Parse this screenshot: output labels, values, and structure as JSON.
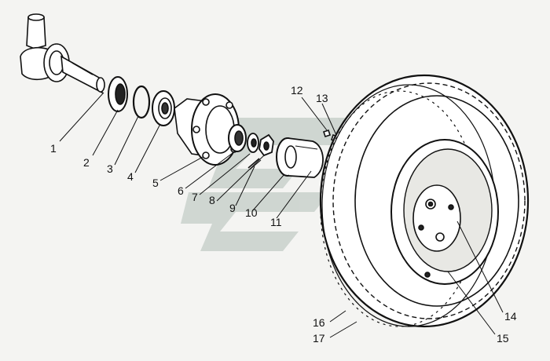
{
  "diagram": {
    "watermark_color": "#c9d1cc",
    "ink_color": "#111111",
    "background_color": "#f4f4f2",
    "callouts": [
      {
        "id": "1",
        "label": "1"
      },
      {
        "id": "2",
        "label": "2"
      },
      {
        "id": "3",
        "label": "3"
      },
      {
        "id": "4",
        "label": "4"
      },
      {
        "id": "5",
        "label": "5"
      },
      {
        "id": "6",
        "label": "6"
      },
      {
        "id": "7",
        "label": "7"
      },
      {
        "id": "8",
        "label": "8"
      },
      {
        "id": "9",
        "label": "9"
      },
      {
        "id": "10",
        "label": "10"
      },
      {
        "id": "11",
        "label": "11"
      },
      {
        "id": "12",
        "label": "12"
      },
      {
        "id": "13",
        "label": "13"
      },
      {
        "id": "14",
        "label": "14"
      },
      {
        "id": "15",
        "label": "15"
      },
      {
        "id": "16",
        "label": "16"
      },
      {
        "id": "17",
        "label": "17"
      }
    ]
  }
}
